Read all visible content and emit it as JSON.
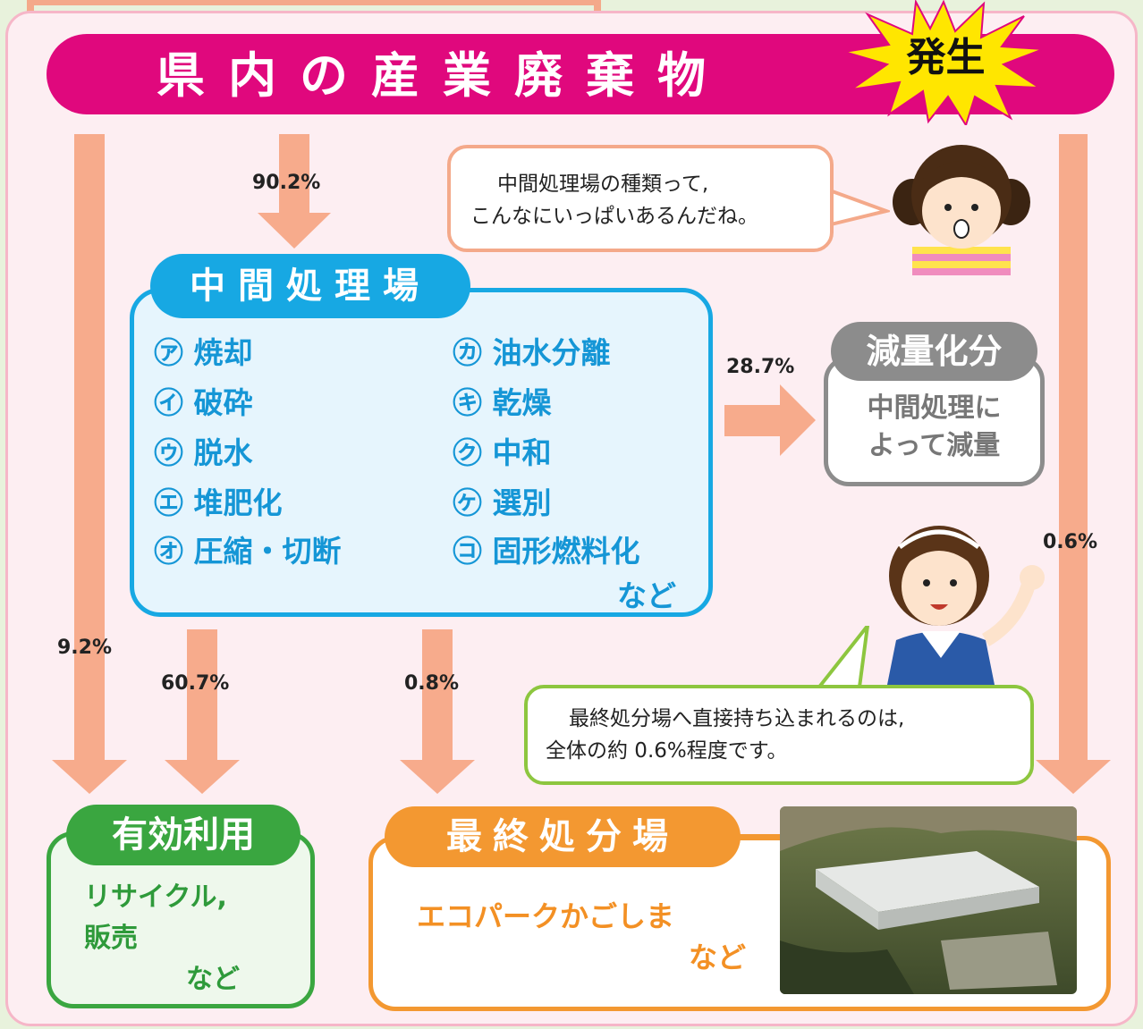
{
  "banner": {
    "title": "県内の産業廃棄物",
    "burst_label": "発生"
  },
  "flows": {
    "to_intermediate": "90.2%",
    "direct_recycle": "9.2%",
    "intermediate_recycle": "60.7%",
    "intermediate_final": "0.8%",
    "reduction": "28.7%",
    "direct_final": "0.6%"
  },
  "speech_top": {
    "line1": "中間処理場の種類って,",
    "line2": "こんなにいっぱいあるんだね。"
  },
  "speech_bottom": {
    "line1": "最終処分場へ直接持ち込まれるのは,",
    "line2": "全体の約 0.6%程度です。"
  },
  "intermediate": {
    "title": "中間処理場",
    "items_left": [
      "㋐ 焼却",
      "㋑ 破砕",
      "㋒ 脱水",
      "㋓ 堆肥化",
      "㋔ 圧縮・切断"
    ],
    "items_right": [
      "㋕ 油水分離",
      "㋖ 乾燥",
      "㋗ 中和",
      "㋘ 選別",
      "㋙ 固形燃料化"
    ],
    "more": "など"
  },
  "reduction": {
    "title": "減量化分",
    "line1": "中間処理に",
    "line2": "よって減量"
  },
  "recycle": {
    "title": "有効利用",
    "line1": "リサイクル,",
    "line2": "販売",
    "more": "など"
  },
  "final_site": {
    "title": "最終処分場",
    "line1": "エコパークかごしま",
    "more": "など"
  },
  "colors": {
    "banner": "#e0087d",
    "intermediate": "#17a8e3",
    "recycle": "#3aa640",
    "final": "#f39831",
    "reduction": "#8c8c8c",
    "arrow": "#f7ab8c"
  }
}
